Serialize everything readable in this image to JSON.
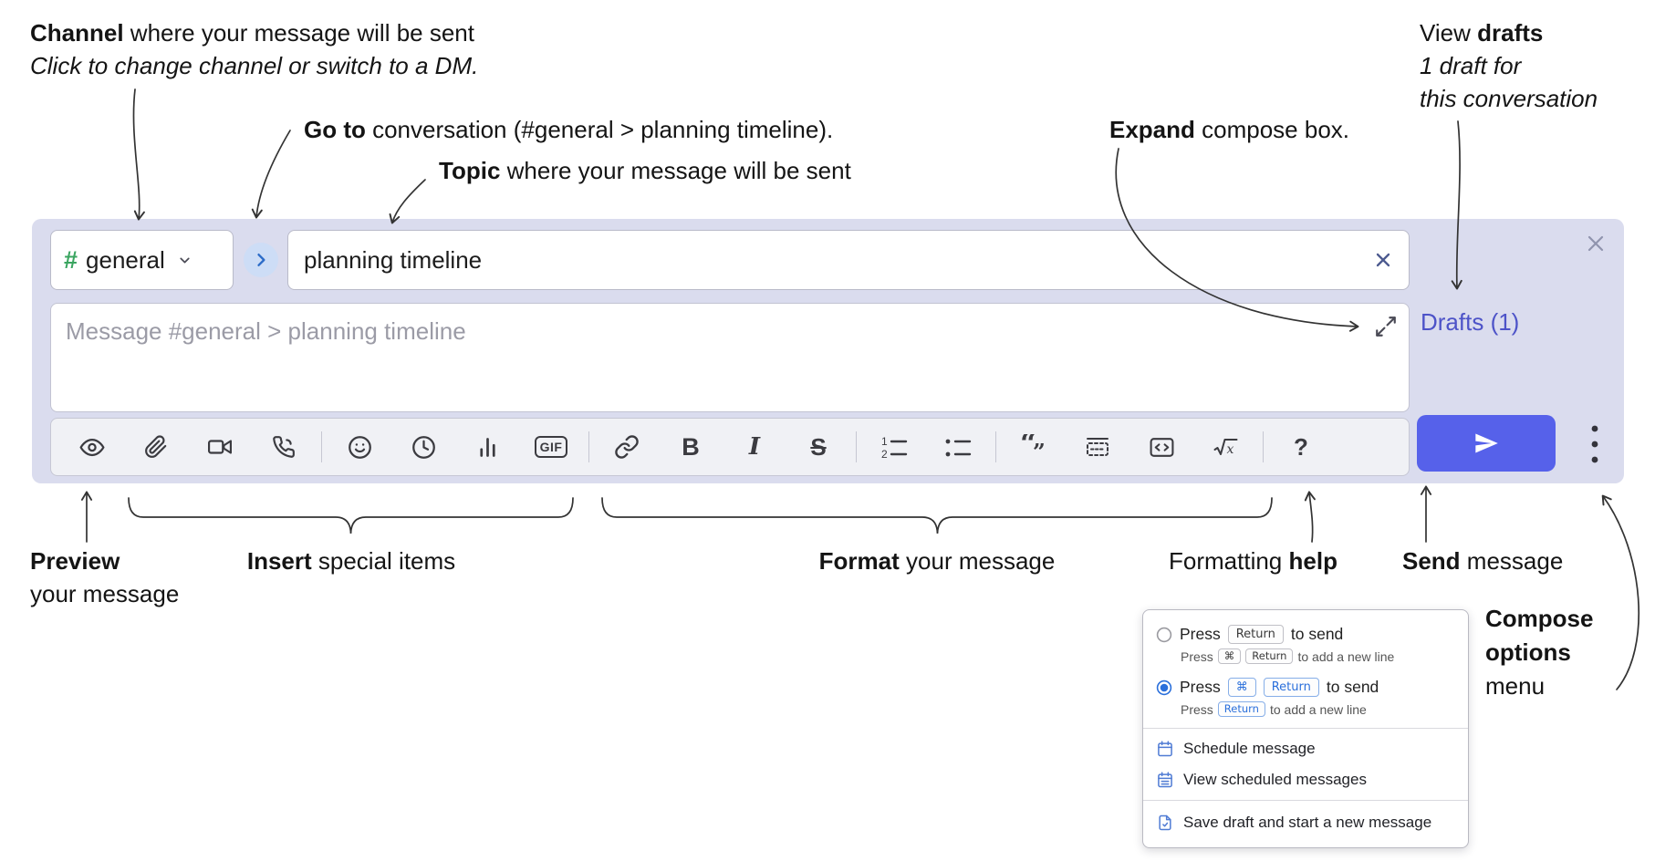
{
  "annotations": {
    "channel": {
      "bold": "Channel",
      "rest": " where your message will be sent",
      "line2": "Click to change channel or switch to a DM."
    },
    "goto": {
      "bold": "Go to",
      "rest": " conversation (#general > planning timeline)."
    },
    "topic": {
      "bold": "Topic",
      "rest": " where your message will be sent"
    },
    "expand": {
      "bold": "Expand",
      "rest": " compose box."
    },
    "drafts": {
      "pre": "View ",
      "bold": "drafts",
      "line2": "1 draft for",
      "line3": "this conversation"
    },
    "preview": {
      "bold": "Preview",
      "line2": "your message"
    },
    "insert": {
      "bold": "Insert",
      "rest": " special items"
    },
    "format": {
      "bold": "Format",
      "rest": " your message"
    },
    "help": {
      "pre": "Formatting ",
      "bold": "help"
    },
    "send": {
      "bold": "Send",
      "rest": " message"
    },
    "compose_options": {
      "line1": "Compose",
      "line2": "options",
      "line3": "menu"
    }
  },
  "compose": {
    "channel_hash": "#",
    "channel_name": "general",
    "topic_value": "planning timeline",
    "message_placeholder": "Message #general > planning timeline",
    "drafts_label": "Drafts (1)"
  },
  "toolbar": {
    "bold_label": "B",
    "italic_label": "I",
    "strike_label": "S",
    "gif_label": "GIF",
    "help_label": "?",
    "icons": [
      "preview-eye",
      "attach-file",
      "video-call",
      "voice-call",
      "emoji",
      "global-time",
      "poll",
      "gif",
      "link",
      "bold",
      "italic",
      "strikethrough",
      "numbered-list",
      "bulleted-list",
      "quote",
      "spoiler",
      "code",
      "math",
      "help"
    ]
  },
  "menu": {
    "option1": {
      "pre": "Press",
      "key": "Return",
      "post": "to send",
      "sub_pre": "Press",
      "sub_key1": "⌘",
      "sub_key2": "Return",
      "sub_post": "to add a new line"
    },
    "option2": {
      "pre": "Press",
      "key1": "⌘",
      "key2": "Return",
      "post": "to send",
      "sub_pre": "Press",
      "sub_key": "Return",
      "sub_post": "to add a new line"
    },
    "items": [
      {
        "label": "Schedule message",
        "icon": "calendar-icon"
      },
      {
        "label": "View scheduled messages",
        "icon": "calendar-list-icon"
      },
      {
        "label": "Save draft and start a new message",
        "icon": "save-draft-icon"
      }
    ]
  },
  "colors": {
    "compose_bg": "#dadcee",
    "accent": "#5661ea",
    "drafts_link": "#4d53c8",
    "channel_hash_green": "#3aa560",
    "menu_blue": "#2a6fdb"
  }
}
